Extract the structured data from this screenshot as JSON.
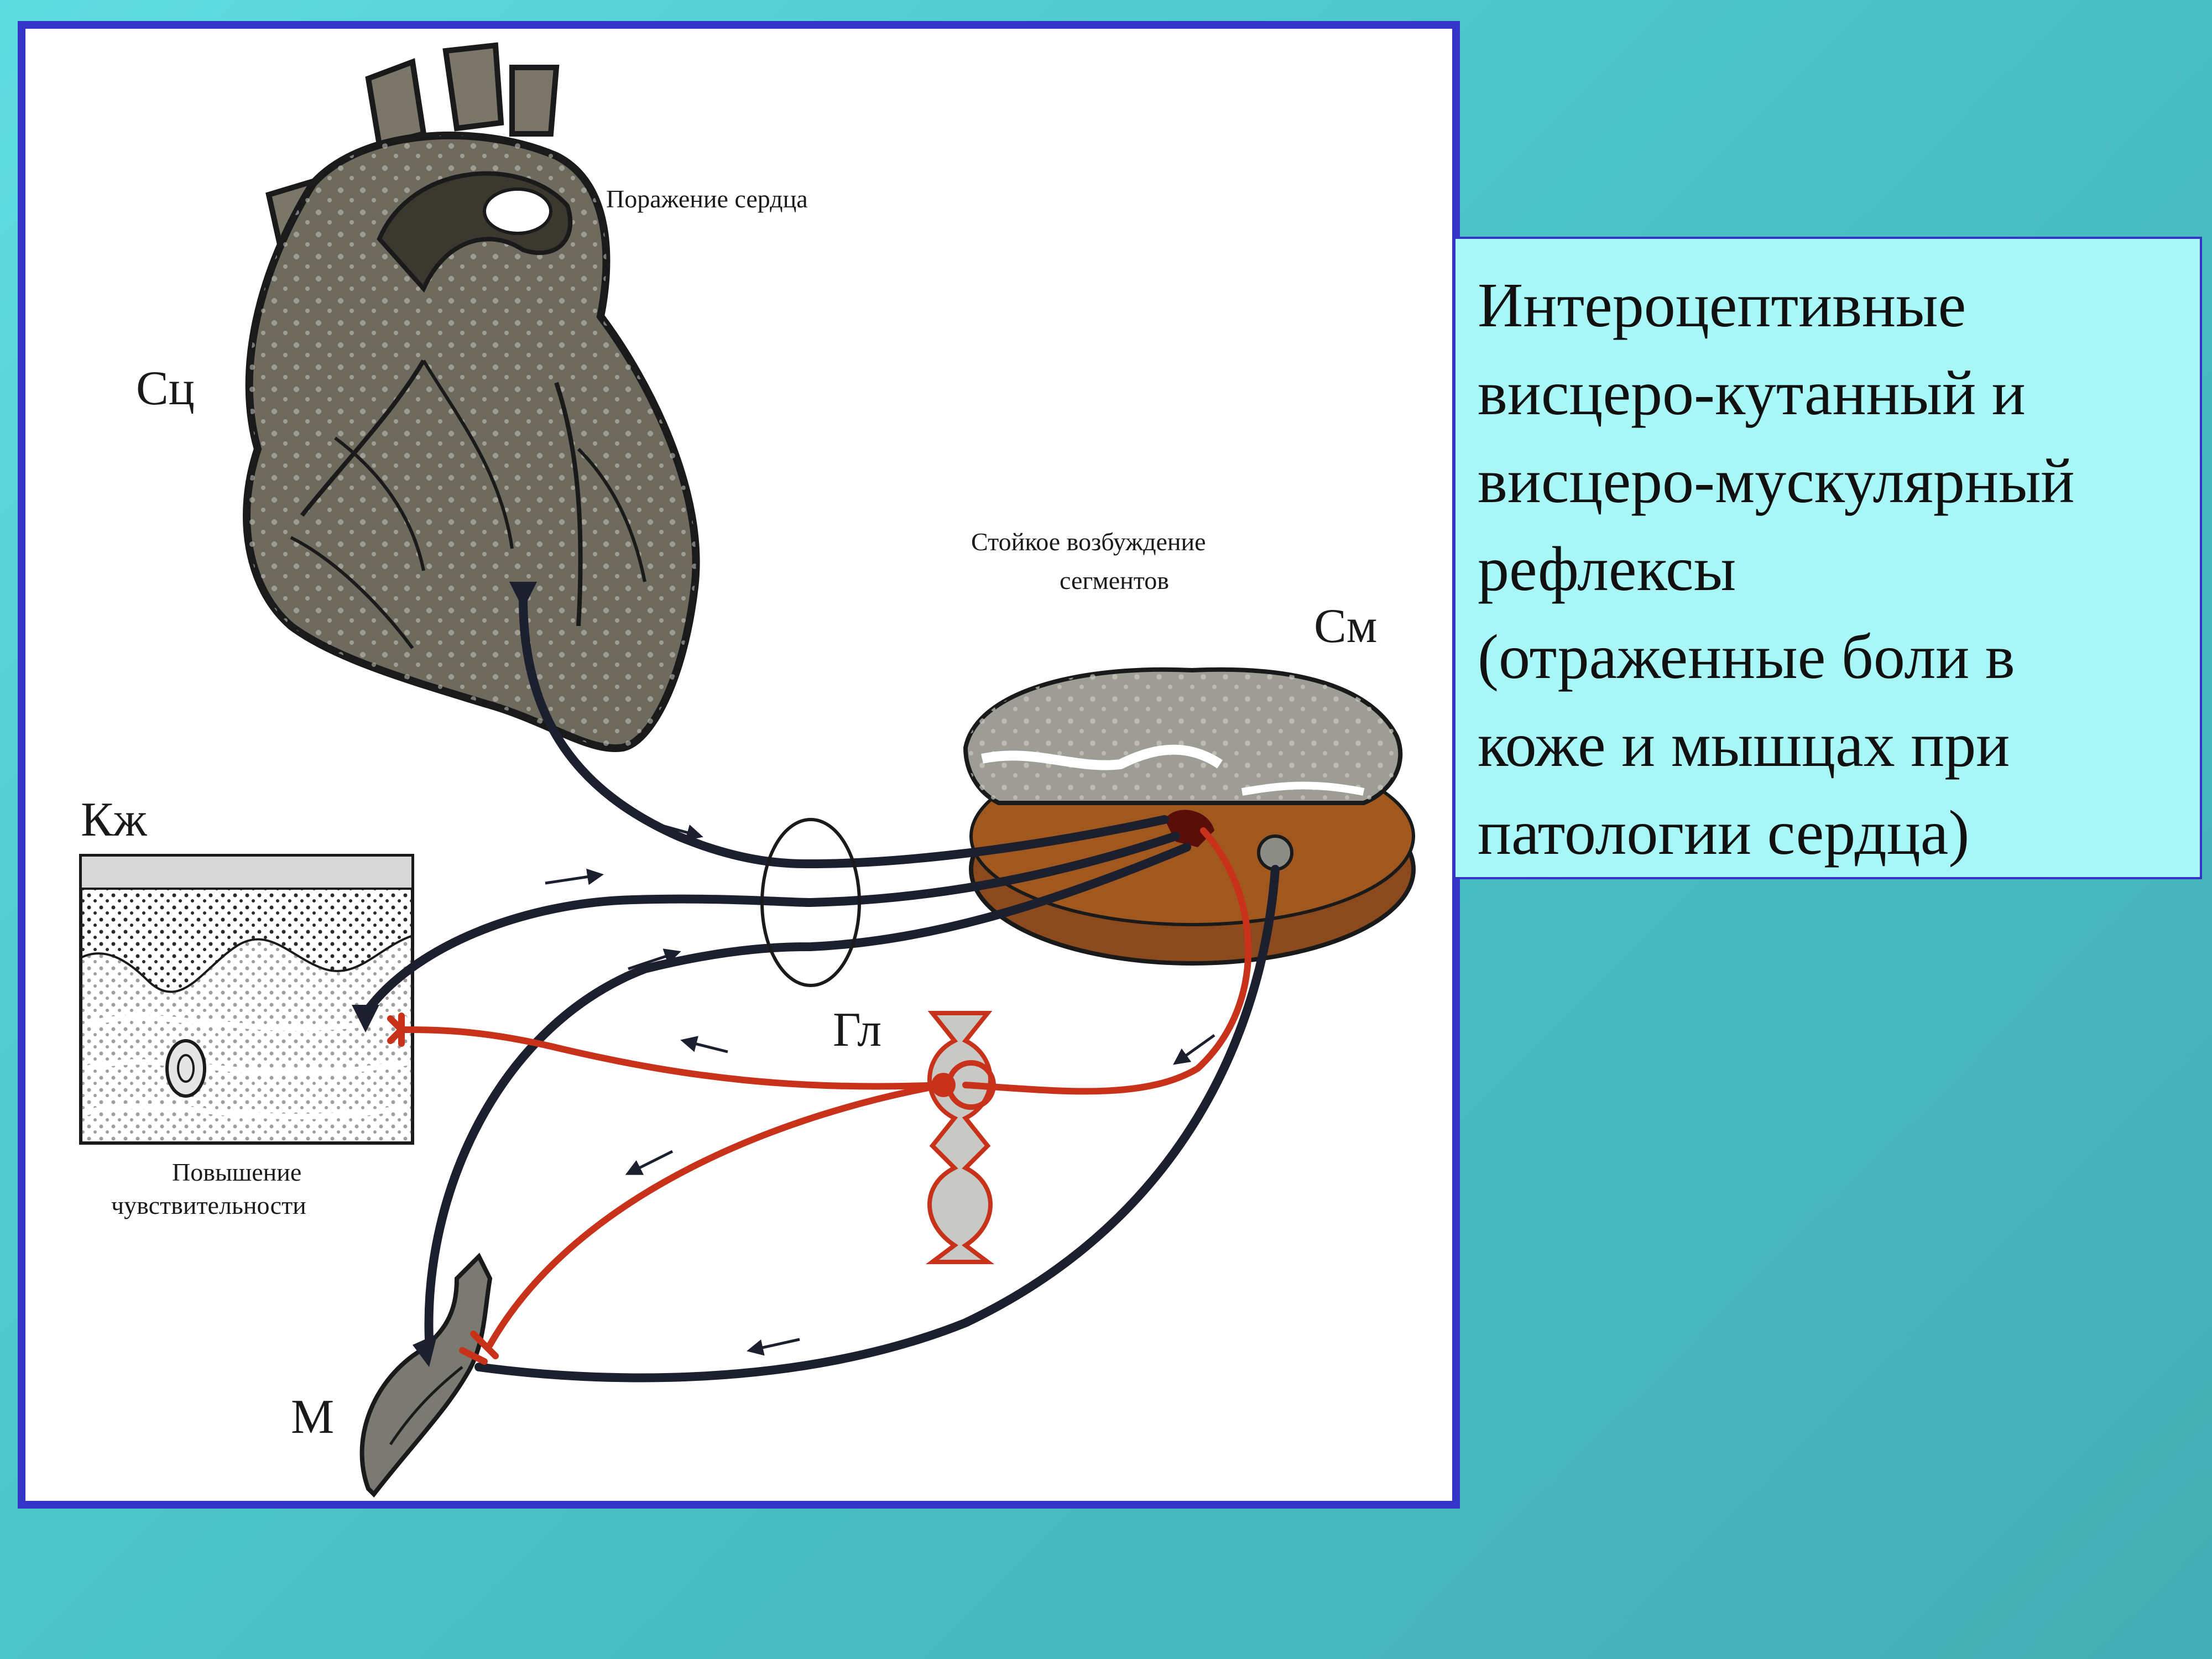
{
  "labels": {
    "heart_code": "Сц",
    "heart_lesion": "Поражение сердца",
    "segments_line1": "Стойкое возбуждение",
    "segments_line2": "сегментов",
    "spinal_code": "См",
    "skin_code": "Кж",
    "skin_sens_line1": "Повышение",
    "skin_sens_line2": "чувствительности",
    "ganglion_code": "Гл",
    "muscle_code": "М"
  },
  "caption": {
    "lines": [
      "Интероцептивные",
      "висцеро-кутанный и",
      "висцеро-мускулярный",
      "рефлексы",
      "(отраженные боли в",
      "коже и мышцах при",
      "патологии сердца)"
    ]
  },
  "colors": {
    "background": "#4cc6c8",
    "frame_border": "#3434c8",
    "caption_fill": "#a8f6f6",
    "afferent_pathway": "#1c1f2e",
    "efferent_pathway": "#c8321a",
    "heart_tone": "#6e6a5e",
    "spinal_cord_tone": "#8b4a1e"
  }
}
